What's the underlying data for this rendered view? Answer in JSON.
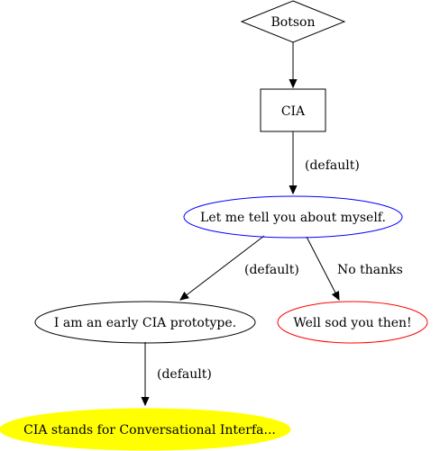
{
  "nodes": {
    "botson": {
      "label": "Botson",
      "shape": "diamond",
      "stroke": "#000000",
      "fill": "none"
    },
    "cia": {
      "label": "CIA",
      "shape": "box",
      "stroke": "#000000",
      "fill": "none"
    },
    "tell": {
      "label": "Let me tell you about myself.",
      "shape": "ellipse",
      "stroke": "#0000ff",
      "fill": "none"
    },
    "prototype": {
      "label": "I am an early CIA prototype.",
      "shape": "ellipse",
      "stroke": "#000000",
      "fill": "none"
    },
    "sod": {
      "label": "Well sod you then!",
      "shape": "ellipse",
      "stroke": "#ff0000",
      "fill": "none"
    },
    "stands": {
      "label": "CIA stands for Conversational Interfa...",
      "shape": "ellipse",
      "stroke": "#ffff00",
      "fill": "#ffff00"
    }
  },
  "edges": {
    "botson_cia": {
      "from": "Botson",
      "to": "CIA",
      "label": ""
    },
    "cia_tell": {
      "from": "CIA",
      "to": "Let me tell you about myself.",
      "label": "(default)"
    },
    "tell_prototype": {
      "from": "Let me tell you about myself.",
      "to": "I am an early CIA prototype.",
      "label": "(default)"
    },
    "tell_sod": {
      "from": "Let me tell you about myself.",
      "to": "Well sod you then!",
      "label": "No thanks"
    },
    "prototype_stands": {
      "from": "I am an early CIA prototype.",
      "to": "CIA stands for Conversational Interfa...",
      "label": "(default)"
    }
  }
}
